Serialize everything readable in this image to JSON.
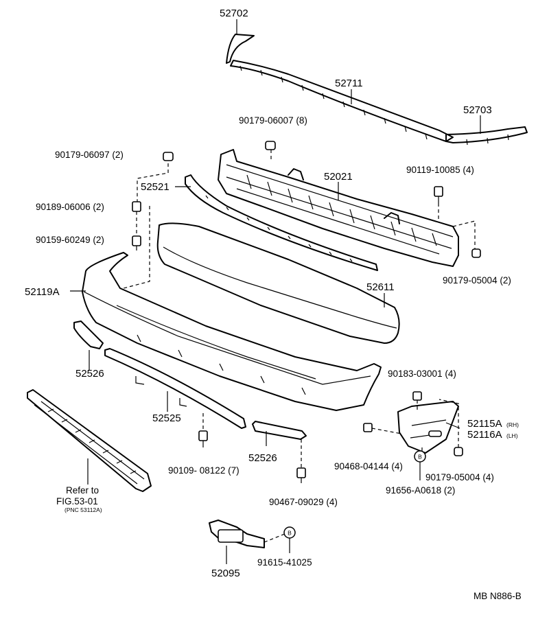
{
  "diagram": {
    "parts": {
      "p52702": "52702",
      "p52711": "52711",
      "p52703": "52703",
      "p90179_06007": "90179-06007  (8)",
      "p90179_06097": "90179-06097  (2)",
      "p52021": "52021",
      "p90119_10085": "90119-10085  (4)",
      "p52521": "52521",
      "p90189_06006": "90189-06006  (2)",
      "p90159_60249": "90159-60249  (2)",
      "p90179_05004_a": "90179-05004  (2)",
      "p52119A": "52119A",
      "p52611": "52611",
      "p52526_a": "52526",
      "p90183_03001": "90183-03001  (4)",
      "p52525": "52525",
      "p52115A": "52115A",
      "p52115A_side": "(RH)",
      "p52116A": "52116A",
      "p52116A_side": "(LH)",
      "p52526_b": "52526",
      "p90109_08122": "90109- 08122  (7)",
      "p90468_04144": "90468-04144  (4)",
      "p90179_05004_b": "90179-05004  (4)",
      "p91656_A0618": "91656-A0618  (2)",
      "p90467_09029": "90467-09029  (4)",
      "p91615_41025": "91615-41025",
      "p52095": "52095"
    },
    "refer": {
      "line1": "Refer to",
      "line2": "FIG.53-01",
      "line3": "(PNC 53112A)"
    },
    "marker_b": "B",
    "code": "MB N886-B"
  }
}
